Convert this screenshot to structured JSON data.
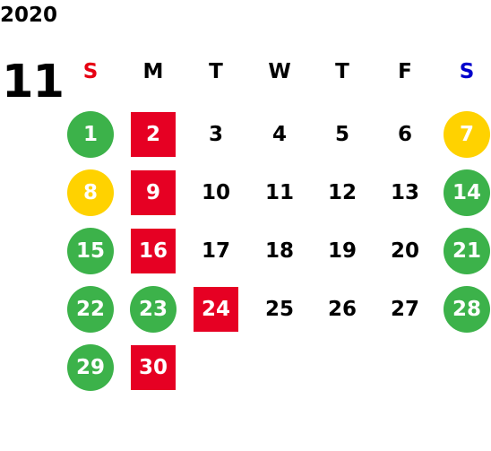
{
  "calendar": {
    "year": "2020",
    "month": "11",
    "weekdays": [
      {
        "label": "S",
        "color": "#e60012"
      },
      {
        "label": "M",
        "color": "#000000"
      },
      {
        "label": "T",
        "color": "#000000"
      },
      {
        "label": "W",
        "color": "#000000"
      },
      {
        "label": "T",
        "color": "#000000"
      },
      {
        "label": "F",
        "color": "#000000"
      },
      {
        "label": "S",
        "color": "#0000cc"
      }
    ],
    "colors": {
      "green": "#3cb24a",
      "red": "#e60023",
      "yellow": "#ffd200",
      "text_plain": "#000000",
      "text_on_mark": "#ffffff"
    },
    "days": [
      {
        "label": "1",
        "row": 0,
        "col": 0,
        "mark": "green-circle"
      },
      {
        "label": "2",
        "row": 0,
        "col": 1,
        "mark": "red-square"
      },
      {
        "label": "3",
        "row": 0,
        "col": 2,
        "mark": "none"
      },
      {
        "label": "4",
        "row": 0,
        "col": 3,
        "mark": "none"
      },
      {
        "label": "5",
        "row": 0,
        "col": 4,
        "mark": "none"
      },
      {
        "label": "6",
        "row": 0,
        "col": 5,
        "mark": "none"
      },
      {
        "label": "7",
        "row": 0,
        "col": 6,
        "mark": "yellow-circle"
      },
      {
        "label": "8",
        "row": 1,
        "col": 0,
        "mark": "yellow-circle"
      },
      {
        "label": "9",
        "row": 1,
        "col": 1,
        "mark": "red-square"
      },
      {
        "label": "10",
        "row": 1,
        "col": 2,
        "mark": "none"
      },
      {
        "label": "11",
        "row": 1,
        "col": 3,
        "mark": "none"
      },
      {
        "label": "12",
        "row": 1,
        "col": 4,
        "mark": "none"
      },
      {
        "label": "13",
        "row": 1,
        "col": 5,
        "mark": "none"
      },
      {
        "label": "14",
        "row": 1,
        "col": 6,
        "mark": "green-circle"
      },
      {
        "label": "15",
        "row": 2,
        "col": 0,
        "mark": "green-circle"
      },
      {
        "label": "16",
        "row": 2,
        "col": 1,
        "mark": "red-square"
      },
      {
        "label": "17",
        "row": 2,
        "col": 2,
        "mark": "none"
      },
      {
        "label": "18",
        "row": 2,
        "col": 3,
        "mark": "none"
      },
      {
        "label": "19",
        "row": 2,
        "col": 4,
        "mark": "none"
      },
      {
        "label": "20",
        "row": 2,
        "col": 5,
        "mark": "none"
      },
      {
        "label": "21",
        "row": 2,
        "col": 6,
        "mark": "green-circle"
      },
      {
        "label": "22",
        "row": 3,
        "col": 0,
        "mark": "green-circle"
      },
      {
        "label": "23",
        "row": 3,
        "col": 1,
        "mark": "green-circle"
      },
      {
        "label": "24",
        "row": 3,
        "col": 2,
        "mark": "red-square"
      },
      {
        "label": "25",
        "row": 3,
        "col": 3,
        "mark": "none"
      },
      {
        "label": "26",
        "row": 3,
        "col": 4,
        "mark": "none"
      },
      {
        "label": "27",
        "row": 3,
        "col": 5,
        "mark": "none"
      },
      {
        "label": "28",
        "row": 3,
        "col": 6,
        "mark": "green-circle"
      },
      {
        "label": "29",
        "row": 4,
        "col": 0,
        "mark": "green-circle"
      },
      {
        "label": "30",
        "row": 4,
        "col": 1,
        "mark": "red-square"
      }
    ]
  }
}
